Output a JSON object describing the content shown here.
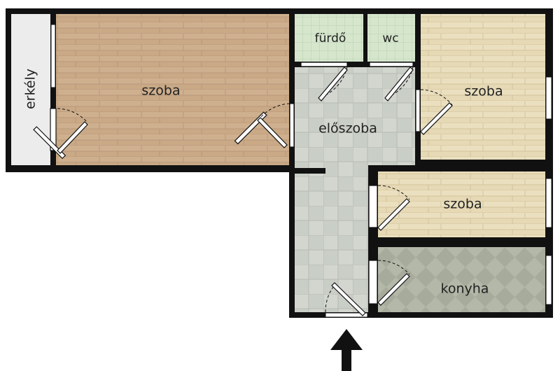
{
  "rooms": {
    "balcony": "erkély",
    "room_large": "szoba",
    "bathroom": "fürdő",
    "wc": "wc",
    "hall": "előszoba",
    "room_right": "szoba",
    "room_middle": "szoba",
    "kitchen": "konyha"
  },
  "colors": {
    "wall": "#111111",
    "wood_light": "#e6d9b5",
    "wood_dark": "#c9a986",
    "tile_green": "#d5e6cc",
    "hall_tile": "#c7ccc4",
    "kitchen_tile": "#a8ad9e",
    "balcony": "#ececec",
    "window": "#ffffff"
  }
}
